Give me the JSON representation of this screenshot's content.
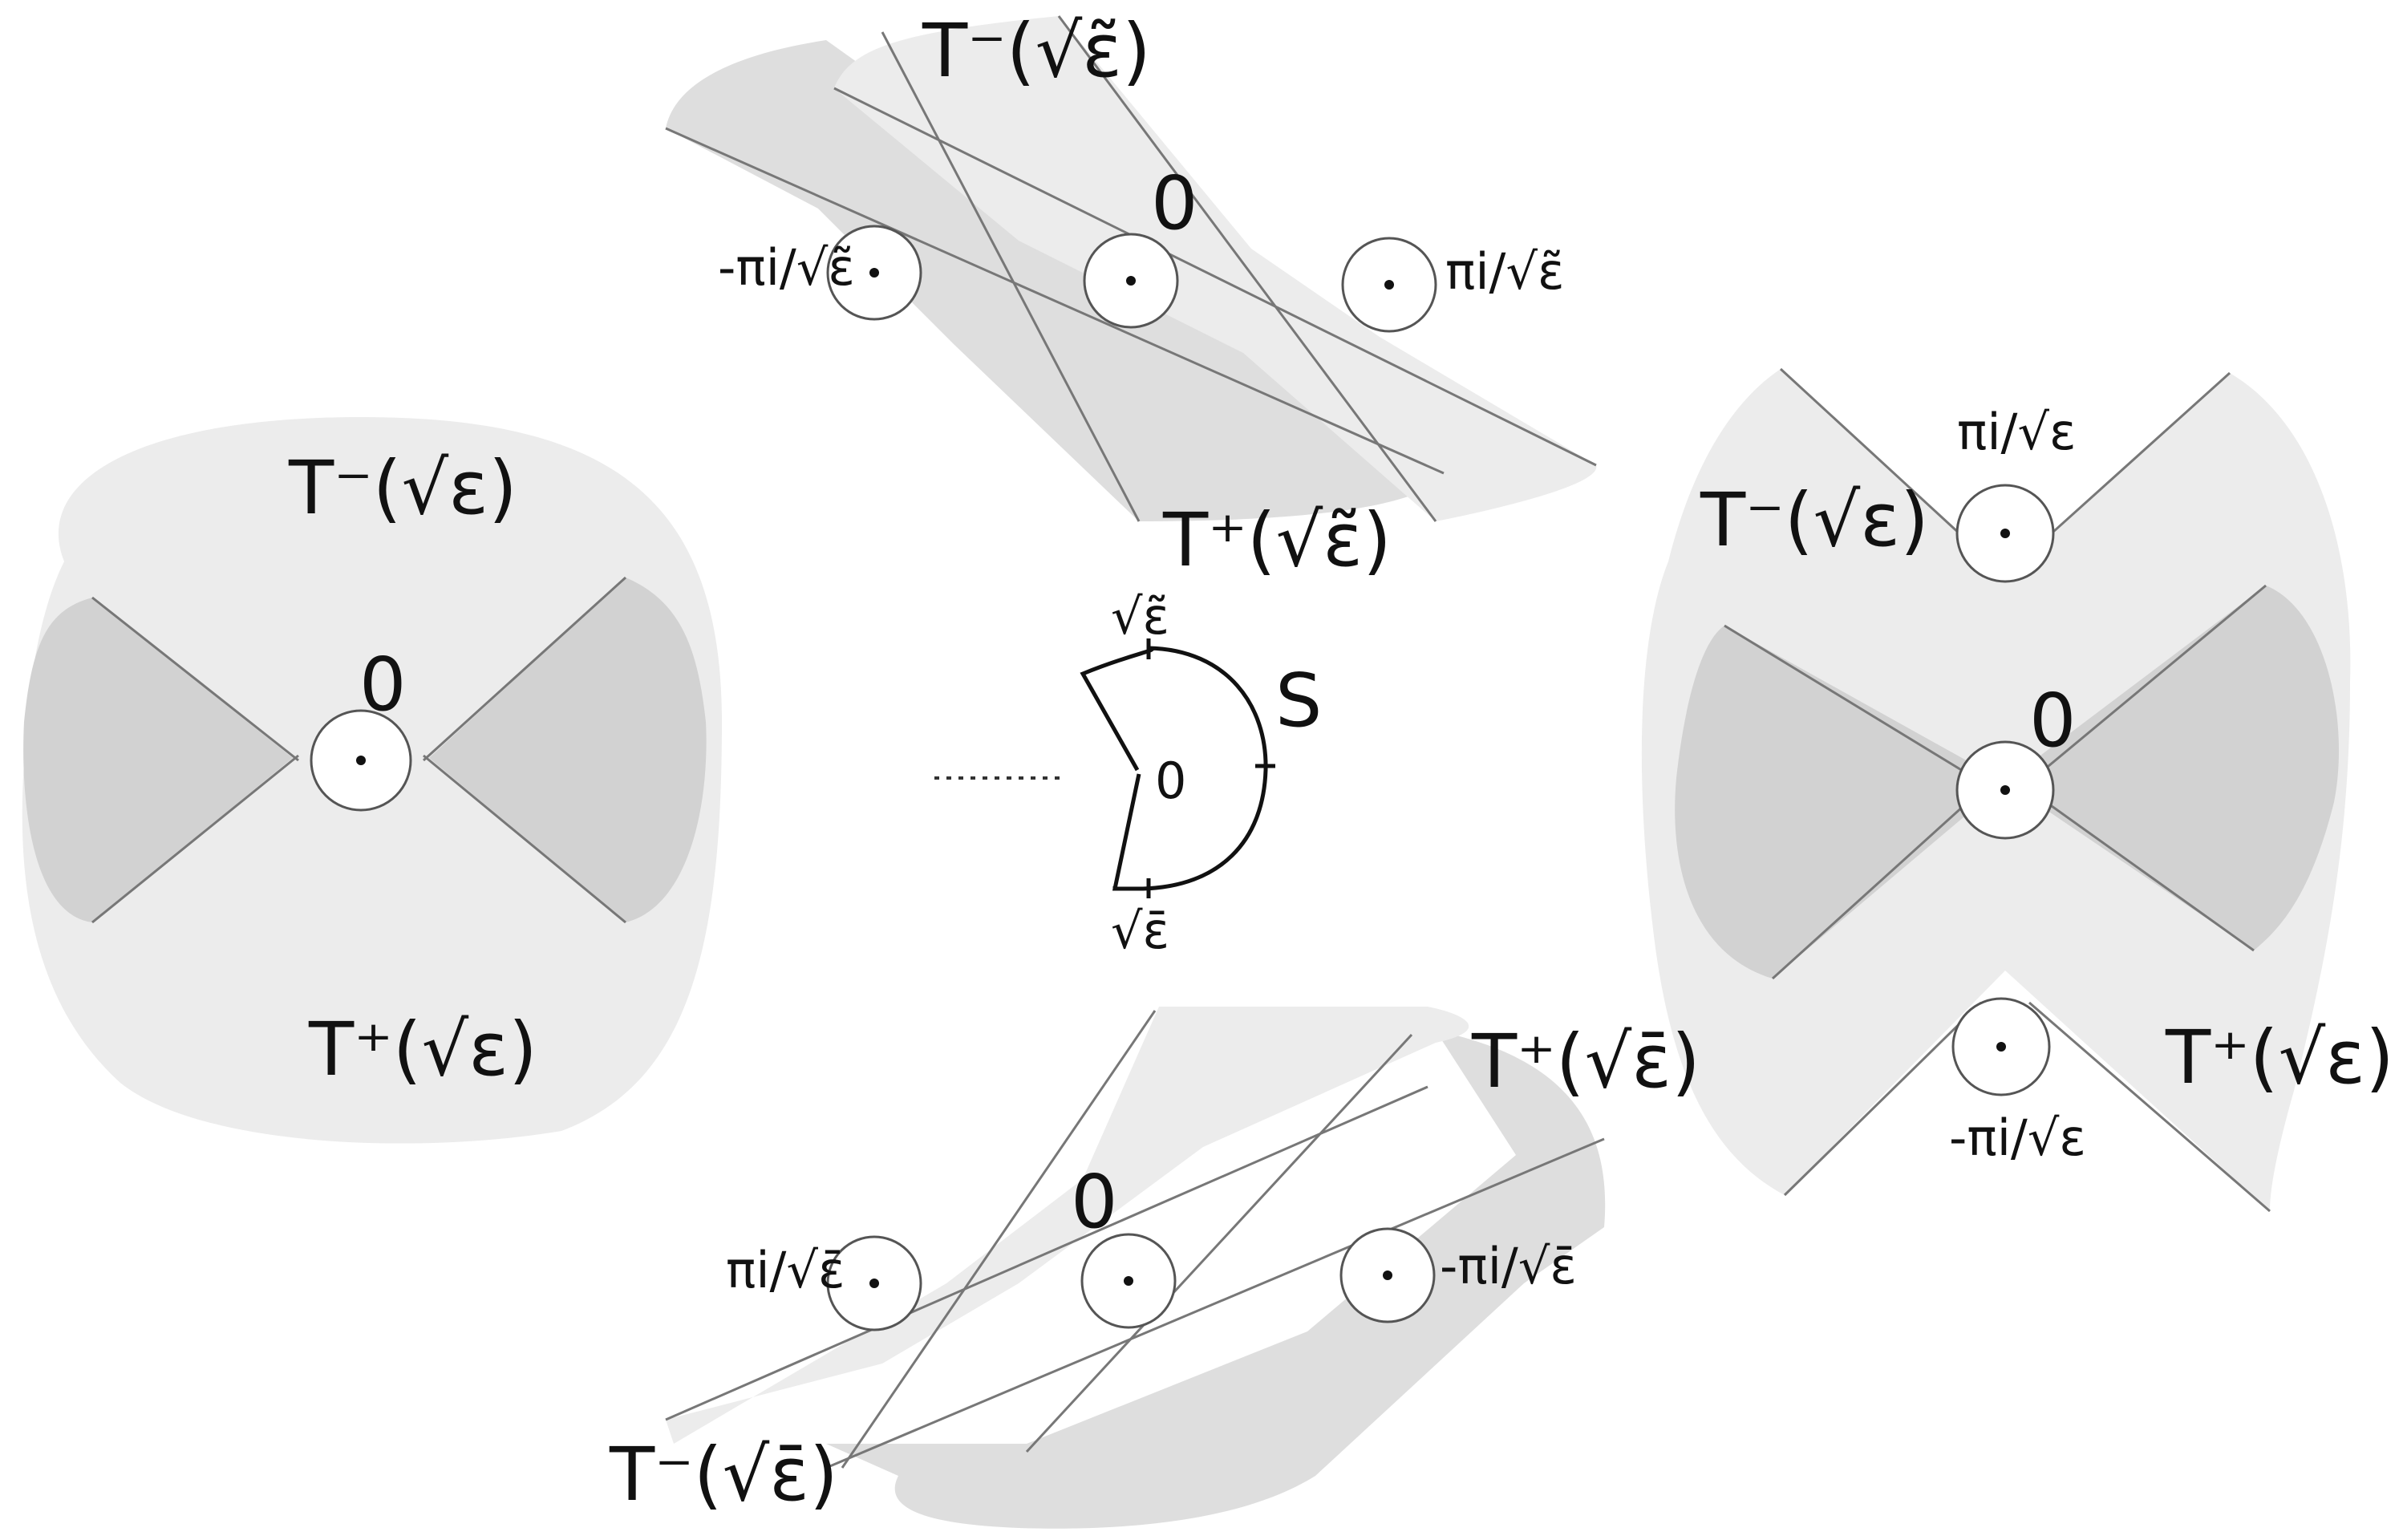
{
  "colors": {
    "background": "#ffffff",
    "region_light": "#ececec",
    "region_mid": "#dedede",
    "region_dark": "#d2d2d2",
    "ink": "#111111"
  },
  "labels": {
    "origin": "0",
    "t_minus_sqrt_eps": "T⁻(√ε)",
    "t_plus_sqrt_eps": "T⁺(√ε)",
    "t_minus_sqrt_eps_tilde": "T⁻(√ε̃)",
    "t_plus_sqrt_eps_tilde": "T⁺(√ε̃)",
    "t_minus_sqrt_eps_bar": "T⁻(√ε̄)",
    "t_plus_sqrt_eps_bar": "T⁺(√ε̄)",
    "pi_i_over_sqrt_eps": "πi/√ε",
    "minus_pi_i_over_sqrt_eps": "-πi/√ε",
    "pi_i_over_sqrt_eps_tilde": "πi/√ε̃",
    "minus_pi_i_over_sqrt_eps_tilde": "-πi/√ε̃",
    "pi_i_over_sqrt_eps_bar": "πi/√ε̄",
    "minus_pi_i_over_sqrt_eps_bar": "-πi/√ε̄",
    "sector_name": "S",
    "sector_top": "√ε̃",
    "sector_bottom": "√ε̄",
    "sector_center": "0"
  }
}
